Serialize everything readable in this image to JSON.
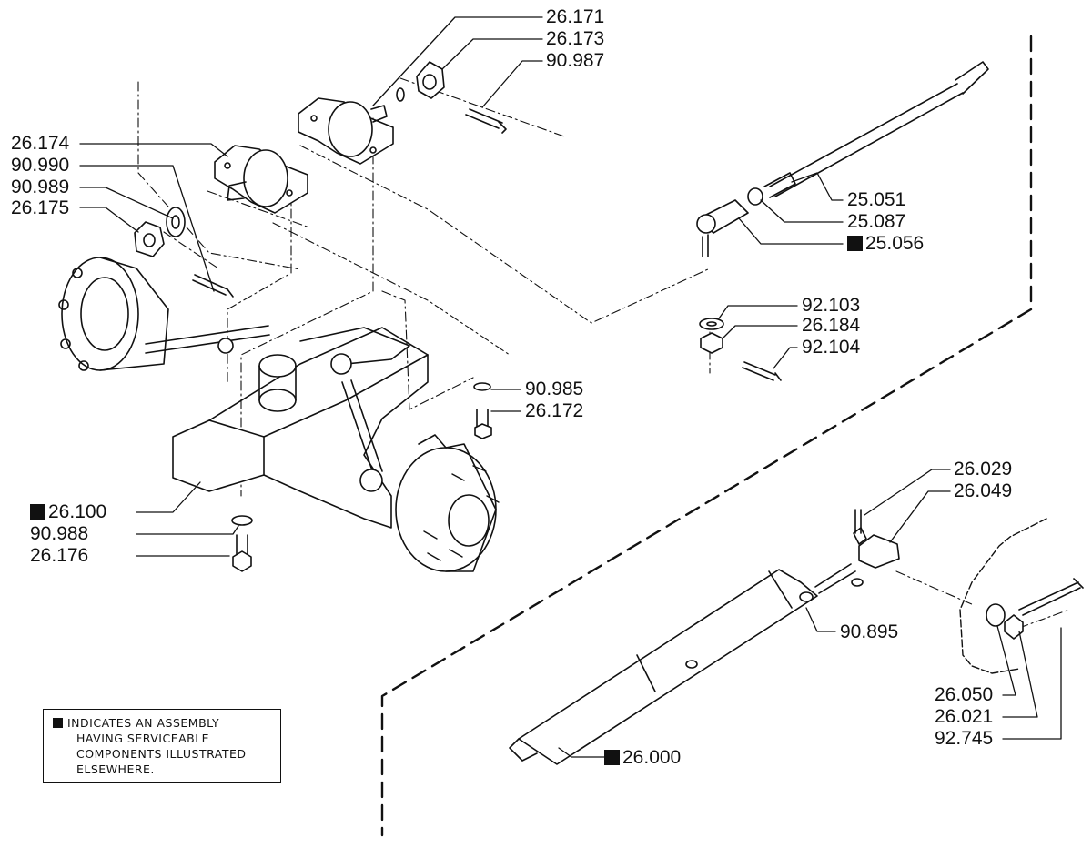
{
  "callouts": [
    {
      "id": "c1",
      "label": "26.171",
      "assembly": false
    },
    {
      "id": "c2",
      "label": "26.173",
      "assembly": false
    },
    {
      "id": "c3",
      "label": "90.987",
      "assembly": false
    },
    {
      "id": "c4",
      "label": "26.174",
      "assembly": false
    },
    {
      "id": "c5",
      "label": "90.990",
      "assembly": false
    },
    {
      "id": "c6",
      "label": "90.989",
      "assembly": false
    },
    {
      "id": "c7",
      "label": "26.175",
      "assembly": false
    },
    {
      "id": "c8",
      "label": "25.051",
      "assembly": false
    },
    {
      "id": "c9",
      "label": "25.087",
      "assembly": false
    },
    {
      "id": "c10",
      "label": "25.056",
      "assembly": true
    },
    {
      "id": "c11",
      "label": "92.103",
      "assembly": false
    },
    {
      "id": "c12",
      "label": "26.184",
      "assembly": false
    },
    {
      "id": "c13",
      "label": "92.104",
      "assembly": false
    },
    {
      "id": "c14",
      "label": "90.985",
      "assembly": false
    },
    {
      "id": "c15",
      "label": "26.172",
      "assembly": false
    },
    {
      "id": "c16",
      "label": "26.100",
      "assembly": true
    },
    {
      "id": "c17",
      "label": "90.988",
      "assembly": false
    },
    {
      "id": "c18",
      "label": "26.176",
      "assembly": false
    },
    {
      "id": "c19",
      "label": "26.029",
      "assembly": false
    },
    {
      "id": "c20",
      "label": "26.049",
      "assembly": false
    },
    {
      "id": "c21",
      "label": "90.895",
      "assembly": false
    },
    {
      "id": "c22",
      "label": "26.050",
      "assembly": false
    },
    {
      "id": "c23",
      "label": "26.021",
      "assembly": false
    },
    {
      "id": "c24",
      "label": "92.745",
      "assembly": false
    },
    {
      "id": "c25",
      "label": "26.000",
      "assembly": true
    }
  ],
  "legend": {
    "line1": "INDICATES AN ASSEMBLY",
    "line2": "HAVING SERVICEABLE",
    "line3": "COMPONENTS ILLUSTRATED",
    "line4": "ELSEWHERE."
  }
}
